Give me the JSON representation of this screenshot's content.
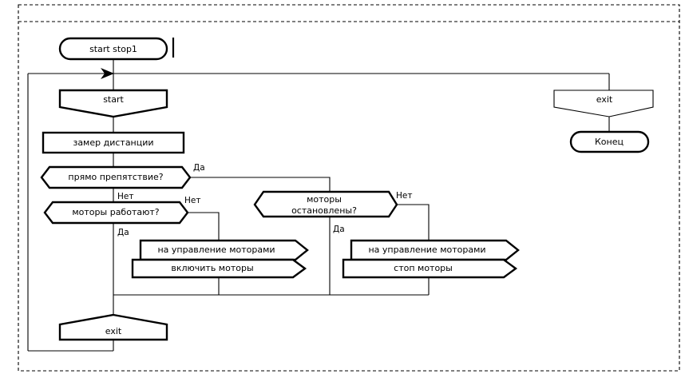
{
  "diagram": {
    "kind": "flowchart",
    "title_node": "start stop1",
    "nodes": [
      {
        "id": "start-stop1",
        "type": "terminator-rounded",
        "label": "start stop1"
      },
      {
        "id": "start-fork",
        "type": "chevron-down",
        "label": "start"
      },
      {
        "id": "zamer",
        "type": "process-box",
        "label": "замер дистанции"
      },
      {
        "id": "obstacle",
        "type": "decision-hexagon",
        "label": "прямо препятствие?"
      },
      {
        "id": "motors-running",
        "type": "decision-hexagon",
        "label": "моторы работают?"
      },
      {
        "id": "motors-stopped",
        "type": "decision-hexagon",
        "label_line1": "моторы",
        "label_line2": "остановлены?"
      },
      {
        "id": "send-left",
        "type": "send-signal",
        "label": "на управление моторами"
      },
      {
        "id": "action-left",
        "type": "signal-action",
        "label": "включить моторы"
      },
      {
        "id": "send-right",
        "type": "send-signal",
        "label": "на управление моторами"
      },
      {
        "id": "action-right",
        "type": "signal-action",
        "label": "стоп моторы"
      },
      {
        "id": "exit-left",
        "type": "chevron-up",
        "label": "exit"
      },
      {
        "id": "exit-right",
        "type": "chevron-down",
        "label": "exit"
      },
      {
        "id": "konec",
        "type": "terminator-rounded",
        "label": "Конец"
      }
    ],
    "edge_labels": {
      "obstacle_yes": "Да",
      "obstacle_no": "Нет",
      "motors_running_no": "Нет",
      "motors_running_yes": "Да",
      "motors_stopped_no": "Нет",
      "motors_stopped_yes": "Да"
    },
    "colors": {
      "stroke": "#000000",
      "fill": "#ffffff",
      "background": "#ffffff",
      "frame": "#000000"
    }
  }
}
